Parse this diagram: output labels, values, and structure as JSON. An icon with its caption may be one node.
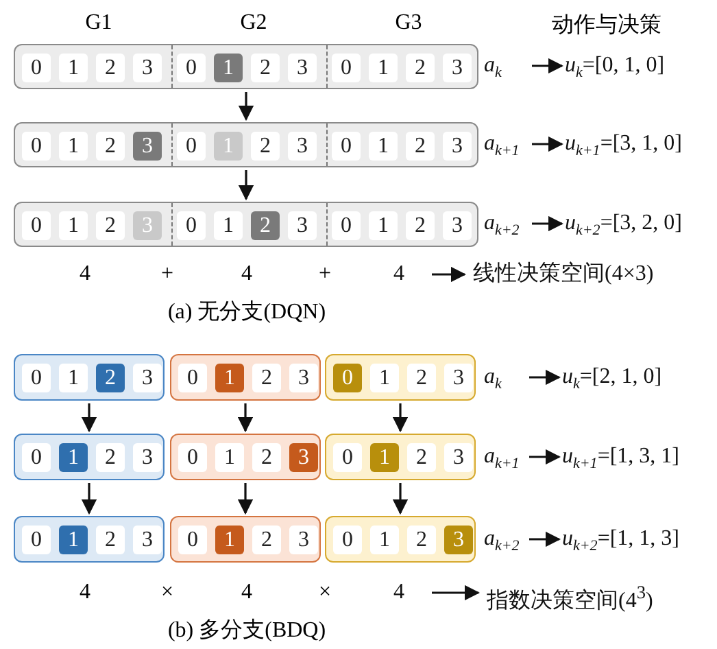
{
  "diagram": {
    "nodes": [
      {
        "text": [],
        "shape": "box"
      },
      {
        "text": [
          "0"
        ],
        "in": 0
      },
      {
        "text": [
          "1"
        ],
        "in": 0
      },
      {
        "text": [
          "2"
        ],
        "in": 0
      },
      {
        "text": [
          "3"
        ],
        "in": 0
      },
      {
        "text": [
          "0"
        ],
        "in": 0
      },
      {
        "text": [
          "1"
        ],
        "in": 0
      },
      {
        "text": [
          "2"
        ],
        "in": 0
      },
      {
        "text": [
          "3"
        ],
        "in": 0
      },
      {
        "text": [
          "0"
        ],
        "in": 0
      },
      {
        "text": [
          "1"
        ],
        "in": 0
      },
      {
        "text": [
          "2"
        ],
        "in": 0
      },
      {
        "text": [
          "3"
        ],
        "in": 0
      },
      {
        "text": [
          "a$_{k}$"
        ]
      },
      {
        "text": [
          "*u*$_{k}$=[0, 1, 0]"
        ]
      },
      {
        "text": [],
        "shape": "box"
      },
      {
        "text": [
          "0"
        ],
        "in": 15
      },
      {
        "text": [
          "1"
        ],
        "in": 15
      },
      {
        "text": [
          "2"
        ],
        "in": 15
      },
      {
        "text": [
          "3"
        ],
        "in": 15
      },
      {
        "text": [
          "0"
        ],
        "in": 15
      },
      {
        "text": [
          "1"
        ],
        "in": 15
      },
      {
        "text": [
          "2"
        ],
        "in": 15
      },
      {
        "text": [
          "3"
        ],
        "in": 15
      },
      {
        "text": [
          "0"
        ],
        "in": 15
      },
      {
        "text": [
          "1"
        ],
        "in": 15
      },
      {
        "text": [
          "2"
        ],
        "in": 15
      },
      {
        "text": [
          "3"
        ],
        "in": 15
      },
      {
        "text": [
          "a$_{k+1}$"
        ]
      },
      {
        "text": [
          "*u*$_{k+1}$=[3, 1, 0]"
        ]
      },
      {
        "text": [],
        "shape": "box"
      },
      {
        "text": [
          "0"
        ],
        "in": 30
      },
      {
        "text": [
          "1"
        ],
        "in": 30
      },
      {
        "text": [
          "2"
        ],
        "in": 30
      },
      {
        "text": [
          "3"
        ],
        "in": 30
      },
      {
        "text": [
          "0"
        ],
        "in": 30
      },
      {
        "text": [
          "1"
        ],
        "in": 30
      },
      {
        "text": [
          "2"
        ],
        "in": 30
      },
      {
        "text": [
          "3"
        ],
        "in": 30
      },
      {
        "text": [
          "0"
        ],
        "in": 30
      },
      {
        "text": [
          "1"
        ],
        "in": 30
      },
      {
        "text": [
          "2"
        ],
        "in": 30
      },
      {
        "text": [
          "3"
        ],
        "in": 30
      },
      {
        "text": [
          "a$_{k+2}$"
        ]
      },
      {
        "text": [
          "*u*$_{k+2}$=[3, 2, 0]"
        ]
      },
      {
        "text": [
          "4"
        ]
      },
      {
        "text": [
          "线性决策空间(4×3)"
        ]
      },
      {
        "text": [],
        "shape": "box"
      },
      {
        "text": [
          "0"
        ],
        "in": 47
      },
      {
        "text": [
          "1"
        ],
        "in": 47
      },
      {
        "text": [
          "2"
        ],
        "in": 47
      },
      {
        "text": [
          "3"
        ],
        "in": 47
      },
      {
        "text": [],
        "shape": "box"
      },
      {
        "text": [
          "0"
        ],
        "in": 52
      },
      {
        "text": [
          "1"
        ],
        "in": 52
      },
      {
        "text": [
          "2"
        ],
        "in": 52
      },
      {
        "text": [
          "3"
        ],
        "in": 52
      },
      {
        "text": [],
        "shape": "box"
      },
      {
        "text": [
          "0"
        ],
        "in": 57
      },
      {
        "text": [
          "1"
        ],
        "in": 57
      },
      {
        "text": [
          "2"
        ],
        "in": 57
      },
      {
        "text": [
          "3"
        ],
        "in": 57
      },
      {
        "text": [
          "a$_{k}$"
        ]
      },
      {
        "text": [
          "*u*$_{k}$=[2, 1, 0]"
        ]
      },
      {
        "text": [],
        "shape": "box"
      },
      {
        "text": [
          "0"
        ],
        "in": 64
      },
      {
        "text": [
          "1"
        ],
        "in": 64
      },
      {
        "text": [
          "2"
        ],
        "in": 64
      },
      {
        "text": [
          "3"
        ],
        "in": 64
      },
      {
        "text": [],
        "shape": "box"
      },
      {
        "text": [
          "0"
        ],
        "in": 69
      },
      {
        "text": [
          "1"
        ],
        "in": 69
      },
      {
        "text": [
          "2"
        ],
        "in": 69
      },
      {
        "text": [
          "3"
        ],
        "in": 69
      },
      {
        "text": [],
        "shape": "box"
      },
      {
        "text": [
          "0"
        ],
        "in": 74
      },
      {
        "text": [
          "1"
        ],
        "in": 74
      },
      {
        "text": [
          "2"
        ],
        "in": 74
      },
      {
        "text": [
          "3"
        ],
        "in": 74
      },
      {
        "text": [
          "a$_{k+1}$"
        ]
      },
      {
        "text": [
          "*u*$_{k+1}$=[1, 3, 1]"
        ]
      },
      {
        "text": [],
        "shape": "box"
      },
      {
        "text": [
          "0"
        ],
        "in": 81
      },
      {
        "text": [
          "1"
        ],
        "in": 81
      },
      {
        "text": [
          "2"
        ],
        "in": 81
      },
      {
        "text": [
          "3"
        ],
        "in": 81
      },
      {
        "text": [],
        "shape": "box"
      },
      {
        "text": [
          "0"
        ],
        "in": 86
      },
      {
        "text": [
          "1"
        ],
        "in": 86
      },
      {
        "text": [
          "2"
        ],
        "in": 86
      },
      {
        "text": [
          "3"
        ],
        "in": 86
      },
      {
        "text": [],
        "shape": "box"
      },
      {
        "text": [
          "0"
        ],
        "in": 91
      },
      {
        "text": [
          "1"
        ],
        "in": 91
      },
      {
        "text": [
          "2"
        ],
        "in": 91
      },
      {
        "text": [
          "3"
        ],
        "in": 91
      },
      {
        "text": [
          "a$_{k+2}$"
        ]
      },
      {
        "text": [
          "*u*$_{k+2}$=[1, 1, 3]"
        ]
      },
      {
        "text": [
          "4"
        ]
      },
      {
        "text": [
          "指数决策空间(4$^{3}$)"
        ]
      }
    ],
    "edges": [
      {
        "from": 0,
        "to": 15,
        "arrow": "to"
      },
      {
        "from": 15,
        "to": 30,
        "arrow": "to"
      },
      {
        "from": 13,
        "to": 14,
        "arrow": "to"
      },
      {
        "from": 28,
        "to": 29,
        "arrow": "to"
      },
      {
        "from": 43,
        "to": 44,
        "arrow": "to"
      },
      {
        "from": 45,
        "to": 46,
        "arrow": "to"
      },
      {
        "from": 47,
        "to": 64,
        "arrow": "to"
      },
      {
        "from": 52,
        "to": 69,
        "arrow": "to"
      },
      {
        "from": 57,
        "to": 74,
        "arrow": "to"
      },
      {
        "from": 64,
        "to": 81,
        "arrow": "to"
      },
      {
        "from": 69,
        "to": 86,
        "arrow": "to"
      },
      {
        "from": 74,
        "to": 91,
        "arrow": "to"
      },
      {
        "from": 62,
        "to": 63,
        "arrow": "to"
      },
      {
        "from": 79,
        "to": 80,
        "arrow": "to"
      },
      {
        "from": 96,
        "to": 97,
        "arrow": "to"
      },
      {
        "from": 98,
        "to": 99,
        "arrow": "to"
      }
    ],
    "labels": [
      "G1",
      "G2",
      "G3",
      "动作与决策",
      "4",
      "+",
      "4",
      "+",
      "(a)  无分支(DQN)",
      "4",
      "×",
      "4",
      "×",
      "(b)  多分支(BDQ)"
    ]
  }
}
